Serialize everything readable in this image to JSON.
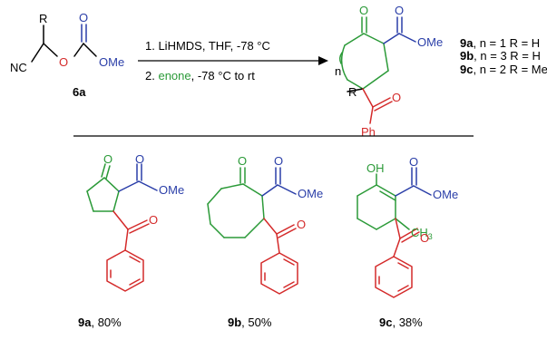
{
  "atoms": {
    "R": "R",
    "NC": "NC",
    "O": "O",
    "OMe": "OMe",
    "OH": "OH",
    "Ph": "Ph",
    "CH": "CH",
    "sub3": "3",
    "n": "n"
  },
  "reactant": {
    "label": "6a"
  },
  "conditions": {
    "step1": "1. LiHMDS, THF, -78 °C",
    "step2_num": "2.",
    "step2_reagent": "enone",
    "step2_rest": ", -78 °C to rt"
  },
  "legend": [
    {
      "id": "9a",
      "text": ", n = 1 R = H"
    },
    {
      "id": "9b",
      "text": ", n = 3 R = H"
    },
    {
      "id": "9c",
      "text": ", n = 2 R = Me"
    }
  ],
  "products": [
    {
      "id": "9a",
      "yield": ", 80%"
    },
    {
      "id": "9b",
      "yield": ", 50%"
    },
    {
      "id": "9c",
      "yield": ", 38%"
    }
  ]
}
